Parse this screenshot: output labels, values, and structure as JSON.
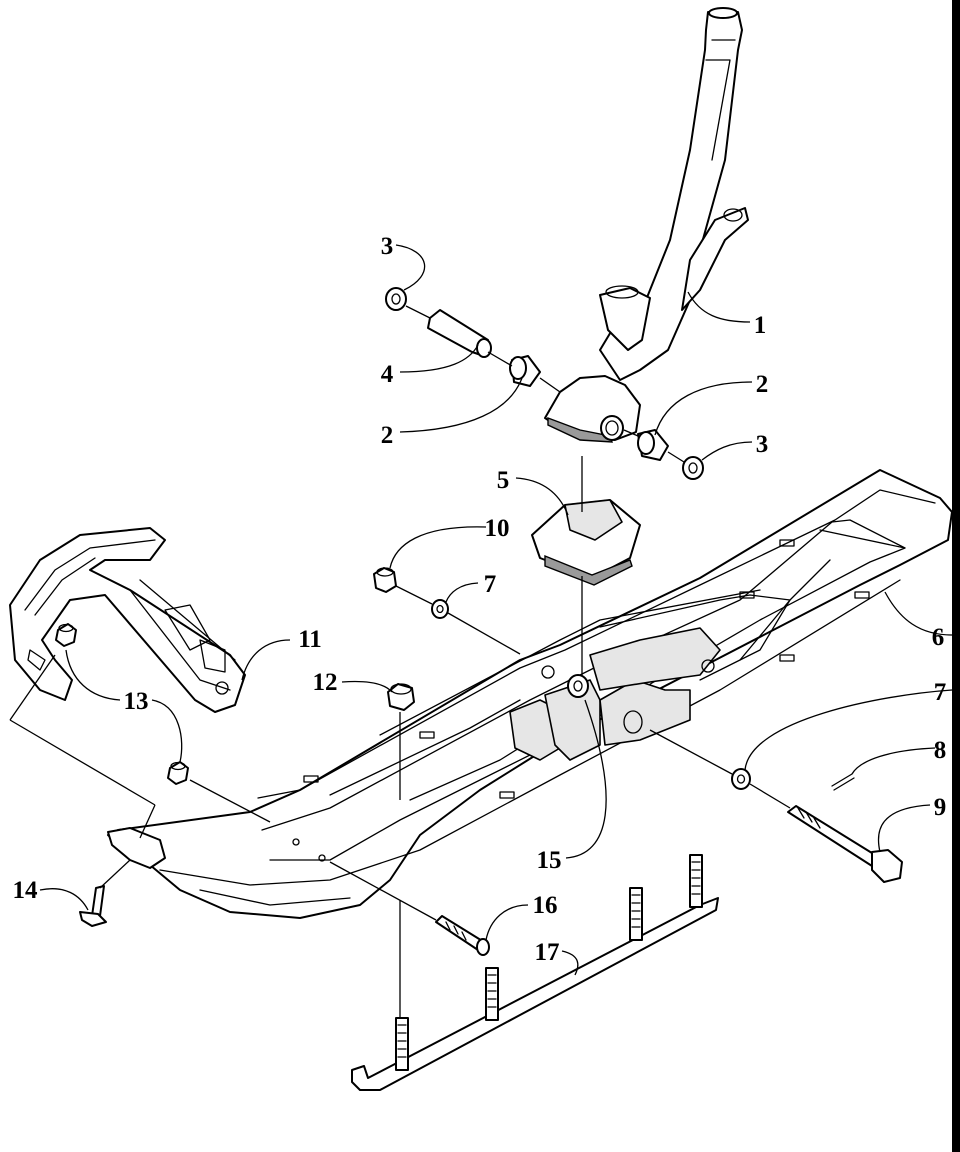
{
  "callouts": [
    {
      "id": "c1",
      "label": "1"
    },
    {
      "id": "c2a",
      "label": "2"
    },
    {
      "id": "c2b",
      "label": "2"
    },
    {
      "id": "c3a",
      "label": "3"
    },
    {
      "id": "c3b",
      "label": "3"
    },
    {
      "id": "c4",
      "label": "4"
    },
    {
      "id": "c5",
      "label": "5"
    },
    {
      "id": "c6",
      "label": "6"
    },
    {
      "id": "c7a",
      "label": "7"
    },
    {
      "id": "c7b",
      "label": "7"
    },
    {
      "id": "c8",
      "label": "8"
    },
    {
      "id": "c9",
      "label": "9"
    },
    {
      "id": "c10",
      "label": "10"
    },
    {
      "id": "c11",
      "label": "11"
    },
    {
      "id": "c12",
      "label": "12"
    },
    {
      "id": "c13",
      "label": "13"
    },
    {
      "id": "c14",
      "label": "14"
    },
    {
      "id": "c15",
      "label": "15"
    },
    {
      "id": "c16",
      "label": "16"
    },
    {
      "id": "c17",
      "label": "17"
    }
  ]
}
